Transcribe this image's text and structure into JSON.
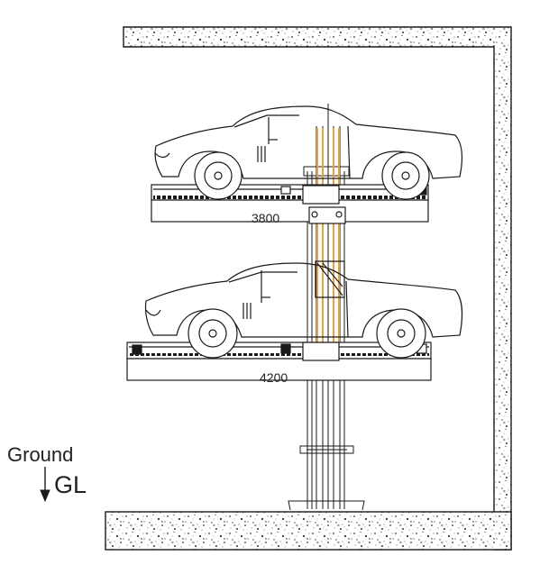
{
  "labels": {
    "upper_dimension": "3800",
    "lower_dimension": "4200",
    "ground": "Ground",
    "gl": "GL"
  },
  "colors": {
    "line": "#1a1a1a",
    "column_highlight": "#e8a040",
    "wall_fill": "#ffffff",
    "speckle": "#333333"
  }
}
